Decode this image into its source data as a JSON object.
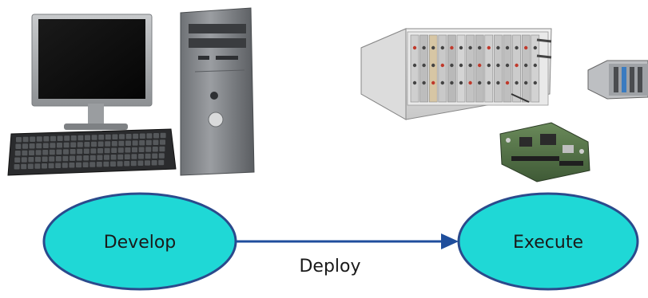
{
  "nodes": {
    "develop": {
      "label": "Develop"
    },
    "execute": {
      "label": "Execute"
    }
  },
  "edge": {
    "label": "Deploy"
  },
  "colors": {
    "ellipse_fill": "#1fd8d6",
    "ellipse_stroke": "#2b4a8c",
    "arrow": "#1f4e9c",
    "text": "#1a1a1a"
  },
  "icons": {
    "monitor": "desktop-monitor-icon",
    "keyboard": "keyboard-icon",
    "tower": "pc-tower-icon",
    "pxi": "pxi-chassis-icon",
    "circuit_board": "circuit-board-icon",
    "compact_chassis": "compact-chassis-icon"
  }
}
